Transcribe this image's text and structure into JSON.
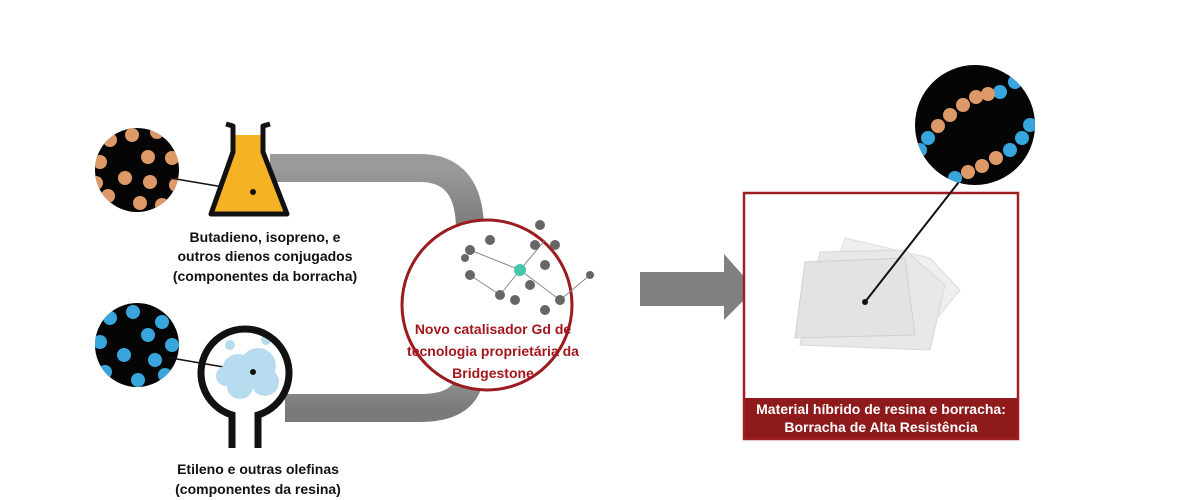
{
  "rubber_input": {
    "lines": [
      "Butadieno, isopreno, e",
      "outros dienos conjugados",
      "(componentes da borracha)"
    ]
  },
  "resin_input": {
    "lines": [
      "Etileno e outras olefinas",
      "(componentes da resina)"
    ]
  },
  "catalyst": {
    "lines": [
      "Novo catalisador Gd de",
      "tecnologia proprietária da",
      "Bridgestone"
    ]
  },
  "output": {
    "lines": [
      "Material híbrido de resina e borracha:",
      "Borracha de Alta Resistência"
    ]
  },
  "colors": {
    "accent_red": "#9b1b1f",
    "rubber_orange": "#e0a070",
    "resin_blue": "#3aa6dc",
    "pipe_gray": "#8a8a8a",
    "flask_yellow": "#f5b224"
  }
}
